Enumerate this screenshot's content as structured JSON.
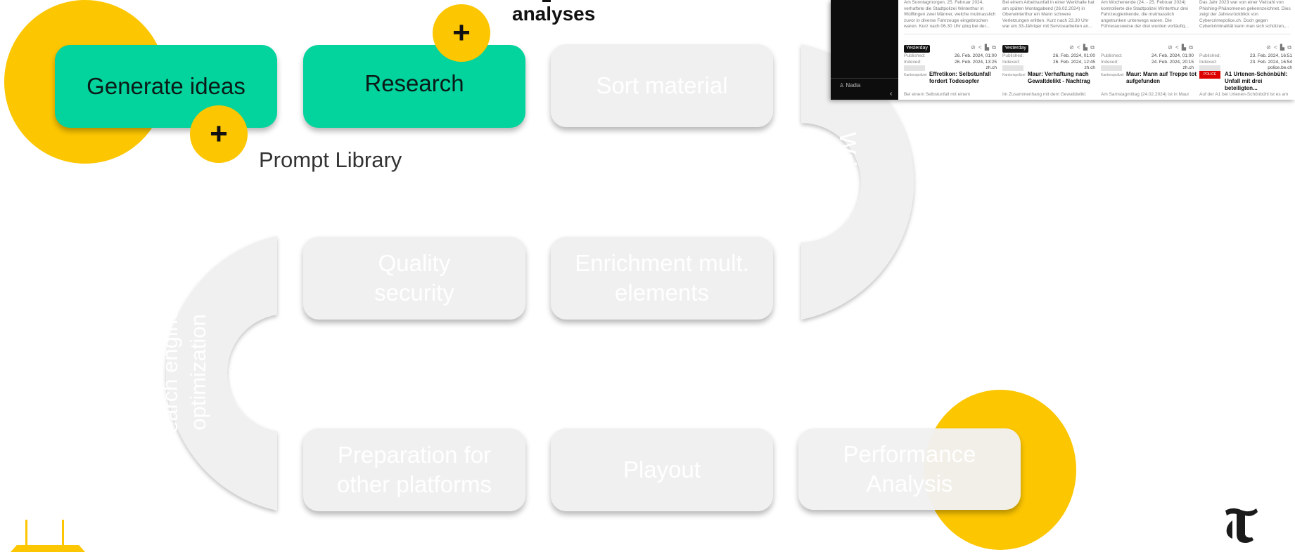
{
  "heading": {
    "line1": "",
    "line2": "analyses"
  },
  "boxes": {
    "generate_ideas": "Generate ideas",
    "research": "Research",
    "sort_material": "Sort material",
    "quality_security_1": "Quality",
    "quality_security_2": "security",
    "enrichment_1": "Enrichment mult.",
    "enrichment_2": "elements",
    "preparation_1": "Preparation for",
    "preparation_2": "other platforms",
    "playout": "Playout",
    "performance_1": "Performance",
    "performance_2": "Analysis"
  },
  "arcs": {
    "writing": "Writing",
    "seo_1": "Search engines",
    "seo_2": "optimization"
  },
  "prompt_library": "Prompt Library",
  "plus_symbol": "+",
  "colors": {
    "active": "#03d39c",
    "inactive": "#f0f0f0",
    "yellow": "#fcc600"
  },
  "panel": {
    "user": "Nadia",
    "collapse": "‹",
    "cards": [
      {
        "top_text": "Am Sonntagmorgen, 25. Februar 2024, verhaftete die Stadtpolizei Winterthur in Wülflingen zwei Männer, welche mutmasslich zuvor in diverse Fahrzeuge eingebrochen waren. Kurz nach 06.30 Uhr ging bei der...",
        "badge": "Yesterday",
        "icons": "⊘ < ▙ ⧉",
        "meta_l1": "Published:",
        "meta_l2": "Indexed:",
        "date1": "26. Feb. 2024, 01:00",
        "date2": "26. Feb. 2024, 13:25",
        "domain": "zh.ch",
        "source": "Kantonspolizei",
        "title": "Effretikon: Selbstunfall fordert Todesopfer",
        "snippet": "Bei einem Selbstunfall mit einem"
      },
      {
        "top_text": "Bei einem Arbeitsunfall in einer Werkhalle hat am späten Montagabend (26.02.2024) in Oberwinterthur ein Mann schwere Verletzungen erlitten. Kurz nach 23.30 Uhr war ein 33-Jähriger mit Servicearbeiten an...",
        "badge": "Yesterday",
        "icons": "⊘ < ▙ ⧉",
        "meta_l1": "Published:",
        "meta_l2": "Indexed:",
        "date1": "26. Feb. 2024, 01:00",
        "date2": "26. Feb. 2024, 12:45",
        "domain": "zh.ch",
        "source": "Kantonspolizei",
        "title": "Maur: Verhaftung nach Gewaltdelikt - Nachtrag",
        "snippet": "Im Zusammenhang mit dem Gewaltdelikt"
      },
      {
        "top_text": "Am Wochenende (24. - 25. Februar 2024) kontrollierte die Stadtpolizei Winterthur drei Fahrzeuglenkende, die mutmasslich angetrunken unterwegs waren. Die Führerausweise der drei wurden vorläufig...",
        "badge": "",
        "icons": "⊘ < ▙ ⧉",
        "meta_l1": "Published:",
        "meta_l2": "Indexed:",
        "date1": "24. Feb. 2024, 01:00",
        "date2": "24. Feb. 2024, 20:15",
        "domain": "zh.ch",
        "source": "Kantonspolizei",
        "title": "Maur: Mann auf Treppe tot aufgefunden",
        "snippet": "Am Samstagmittag (24.02.2024) ist in Maur"
      },
      {
        "top_text": "Das Jahr 2023 war von einer Vielzahl von Phishing-Phänomenen gekennzeichnet. Dies zeigt der Jahresrückblick von Cybercrimepolice.ch. Doch gegen Cyberkriminalität kann man sich schützen,...",
        "badge": "",
        "icons": "⊘ < ▙ ⧉",
        "meta_l1": "Published:",
        "meta_l2": "Indexed:",
        "date1": "23. Feb. 2024, 16:51",
        "date2": "23. Feb. 2024, 16:54",
        "domain": "police.be.ch",
        "source": "POLICE",
        "title": "A1 Urtenen-Schönbühl: Unfall mit drei beteiligten...",
        "snippet": "Auf der A1 bei Urtenen-Schönbühl ist es am"
      }
    ]
  }
}
